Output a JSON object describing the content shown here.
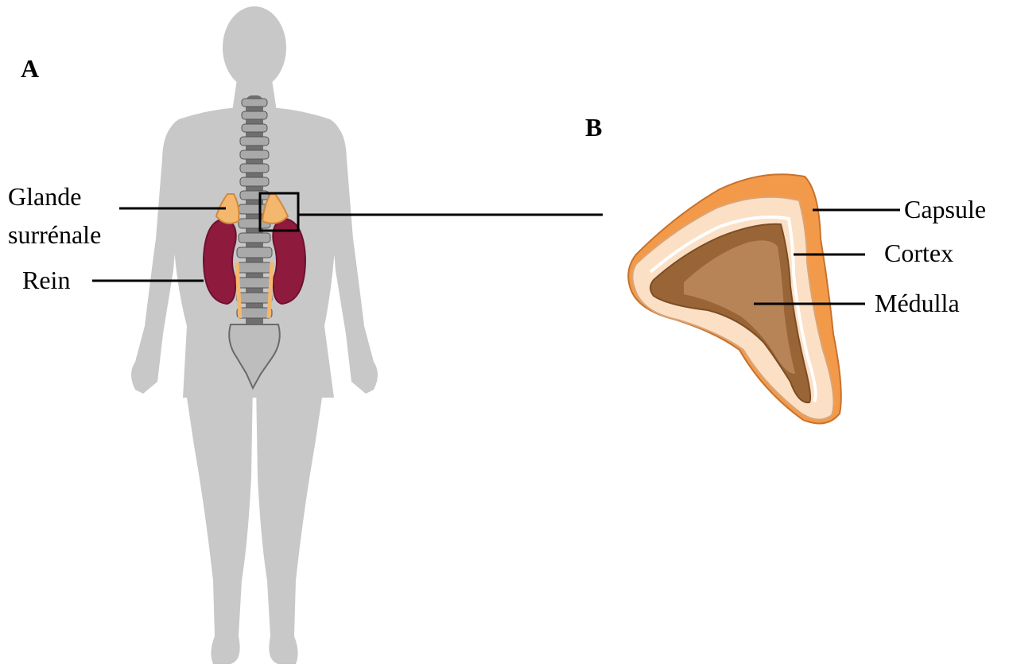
{
  "panels": {
    "a": "A",
    "b": "B"
  },
  "labels": {
    "gland_line1": "Glande",
    "gland_line2": "surrénale",
    "kidney": "Rein",
    "capsule": "Capsule",
    "cortex": "Cortex",
    "medulla": "Médulla"
  },
  "colors": {
    "body": "#c8c8c8",
    "kidney": "#8e1b3d",
    "adrenal": "#f4b76e",
    "capsule": "#f39a4a",
    "cortex": "#fbe0c6",
    "medulla_outer": "#9a6536",
    "medulla_inner": "#b78458"
  }
}
